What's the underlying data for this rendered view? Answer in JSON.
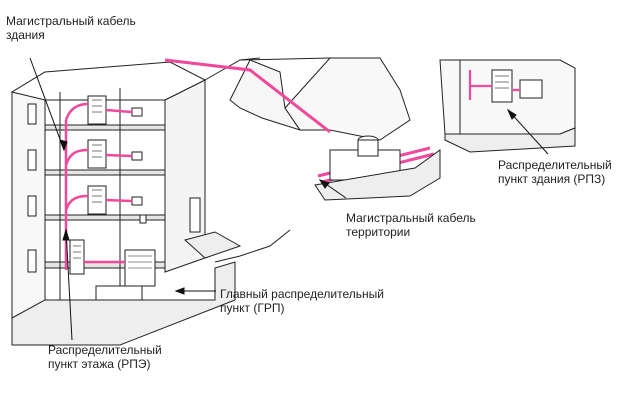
{
  "labels": {
    "building_backbone": "Магистральный кабель\nздания",
    "campus_backbone": "Магистральный кабель\nтерритории",
    "main_distributor": "Главный распределительный\nпункт (ГРП)",
    "floor_distributor": "Распределительный\nпункт этажа (РПЭ)",
    "building_distributor": "Распределительный\nпункт здания (РПЗ)"
  },
  "colors": {
    "cable": "#f0489a",
    "line": "#222222",
    "floor_fill": "#e6e6e6",
    "wall_fill": "#f6f6f6"
  }
}
